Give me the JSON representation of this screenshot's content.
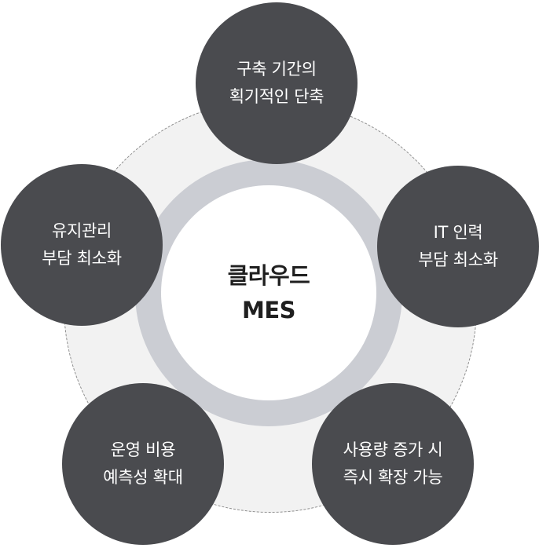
{
  "center": {
    "line1": "클라우드",
    "line2": "MES"
  },
  "benefits": [
    {
      "line1": "구축 기간의",
      "line2": "획기적인 단축"
    },
    {
      "line1": "IT 인력",
      "line2": "부담 최소화"
    },
    {
      "line1": "사용량 증가 시",
      "line2": "즉시 확장 가능"
    },
    {
      "line1": "운영 비용",
      "line2": "예측성 확대"
    },
    {
      "line1": "유지관리",
      "line2": "부담 최소화"
    }
  ],
  "colors": {
    "node_fill": "#4a4b4f",
    "ring": "#cbcdd3",
    "background_disc": "#f2f2f2",
    "center_text": "#1f1f1f"
  }
}
